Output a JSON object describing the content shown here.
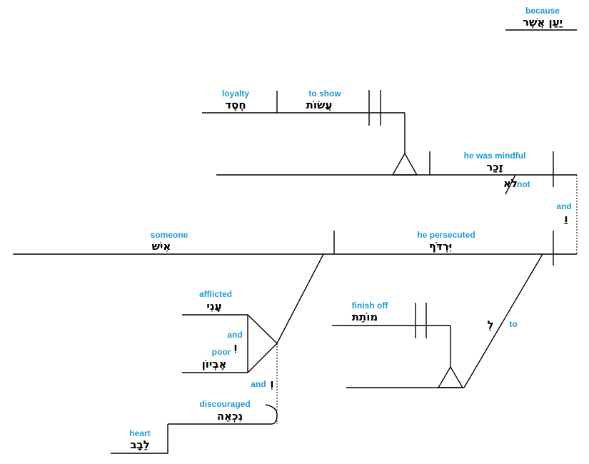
{
  "accent_color": "#1e9ad6",
  "text_color": "#000000",
  "conjunction": {
    "gloss": "because",
    "hebrew": "יַעַן אֲשֶׁר"
  },
  "clause1": {
    "predicate": {
      "gloss": "he was mindful",
      "hebrew": "זָכַר"
    },
    "negation": {
      "gloss": "not",
      "hebrew": "לֹא"
    },
    "object_verb": {
      "gloss": "to show",
      "hebrew": "עֲשׂוֹת"
    },
    "object": {
      "gloss": "loyalty",
      "hebrew": "חֶסֶד"
    }
  },
  "connector": {
    "gloss": "and",
    "hebrew": "וַ"
  },
  "clause2": {
    "subject": {
      "gloss": "someone",
      "hebrew": "אִישׁ"
    },
    "predicate": {
      "gloss": "he persecuted",
      "hebrew": "יִּרְדֹּף"
    },
    "object1": {
      "gloss": "afflicted",
      "hebrew": "עָנִי"
    },
    "object_and": {
      "gloss": "and",
      "hebrew": "וְ"
    },
    "object2": {
      "gloss": "poor",
      "hebrew": "אֶבְיוֹן"
    },
    "object_and2": {
      "gloss": "and",
      "hebrew": "וְ"
    },
    "object3": {
      "gloss": "discouraged",
      "hebrew": "נִכְאֵה"
    },
    "object3_modifier": {
      "gloss": "heart",
      "hebrew": "לֵבָב"
    },
    "infinitive": {
      "gloss": "finish off",
      "hebrew": "מוֹתֵת"
    },
    "infinitive_prep": {
      "gloss": "to",
      "hebrew": "לְ"
    }
  }
}
